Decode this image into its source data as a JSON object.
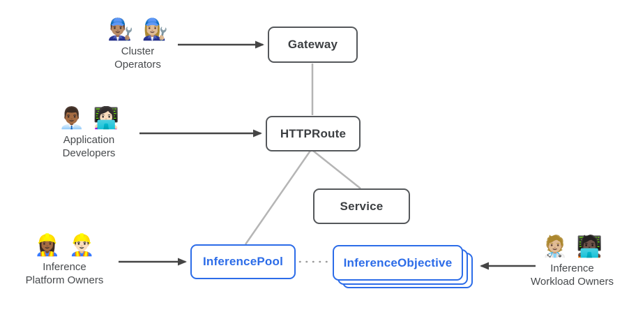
{
  "diagram": {
    "colors": {
      "node_border_gray": "#55585b",
      "node_text_gray": "#3c3f42",
      "accent_blue": "#2c6ce8",
      "connector_light_gray": "#b5b5b5",
      "arrow_dark_gray": "#454545",
      "dotted_gray": "#9a9a9a",
      "background": "#ffffff"
    },
    "actors": {
      "cluster_operators": {
        "icons": [
          {
            "name": "man-mechanic-emoji",
            "char": "👨🏽‍🔧"
          },
          {
            "name": "woman-mechanic-emoji",
            "char": "👩🏼‍🔧"
          }
        ],
        "label": "Cluster\nOperators"
      },
      "application_developers": {
        "icons": [
          {
            "name": "man-office-worker-emoji",
            "char": "👨🏾‍💼"
          },
          {
            "name": "woman-technologist-emoji",
            "char": "👩🏻‍💻"
          }
        ],
        "label": "Application\nDevelopers"
      },
      "inference_platform_owners": {
        "icons": [
          {
            "name": "woman-construction-worker-emoji",
            "char": "👷🏾‍♀️"
          },
          {
            "name": "man-construction-worker-emoji",
            "char": "👷🏻‍♂️"
          }
        ],
        "label": "Inference\nPlatform Owners"
      },
      "inference_workload_owners": {
        "icons": [
          {
            "name": "health-worker-emoji",
            "char": "🧑🏼‍⚕️"
          },
          {
            "name": "dark-skin-technologist-emoji",
            "char": "🧑🏿‍💻"
          }
        ],
        "label": "Inference\nWorkload Owners"
      }
    },
    "nodes": {
      "gateway": {
        "label": "Gateway"
      },
      "httproute": {
        "label": "HTTPRoute"
      },
      "service": {
        "label": "Service"
      },
      "inference_pool": {
        "label": "InferencePool"
      },
      "inference_objective": {
        "label": "InferenceObjective"
      }
    }
  }
}
